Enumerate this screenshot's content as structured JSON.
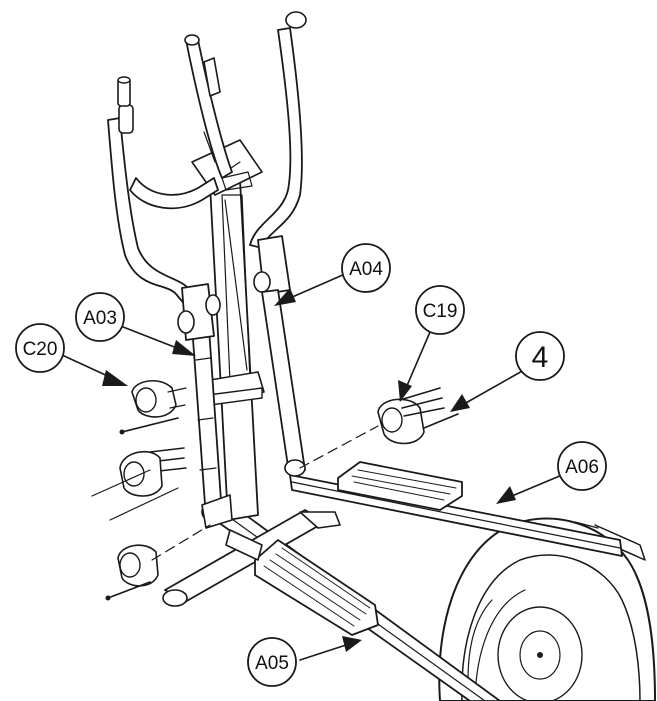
{
  "callouts": [
    {
      "id": "A03",
      "label": "A03"
    },
    {
      "id": "A04",
      "label": "A04"
    },
    {
      "id": "C20",
      "label": "C20"
    },
    {
      "id": "C19",
      "label": "C19"
    },
    {
      "id": "step4",
      "label": "4"
    },
    {
      "id": "A06",
      "label": "A06"
    },
    {
      "id": "A05",
      "label": "A05"
    }
  ],
  "colors": {
    "line": "#1a1a1a",
    "background": "#ffffff"
  }
}
